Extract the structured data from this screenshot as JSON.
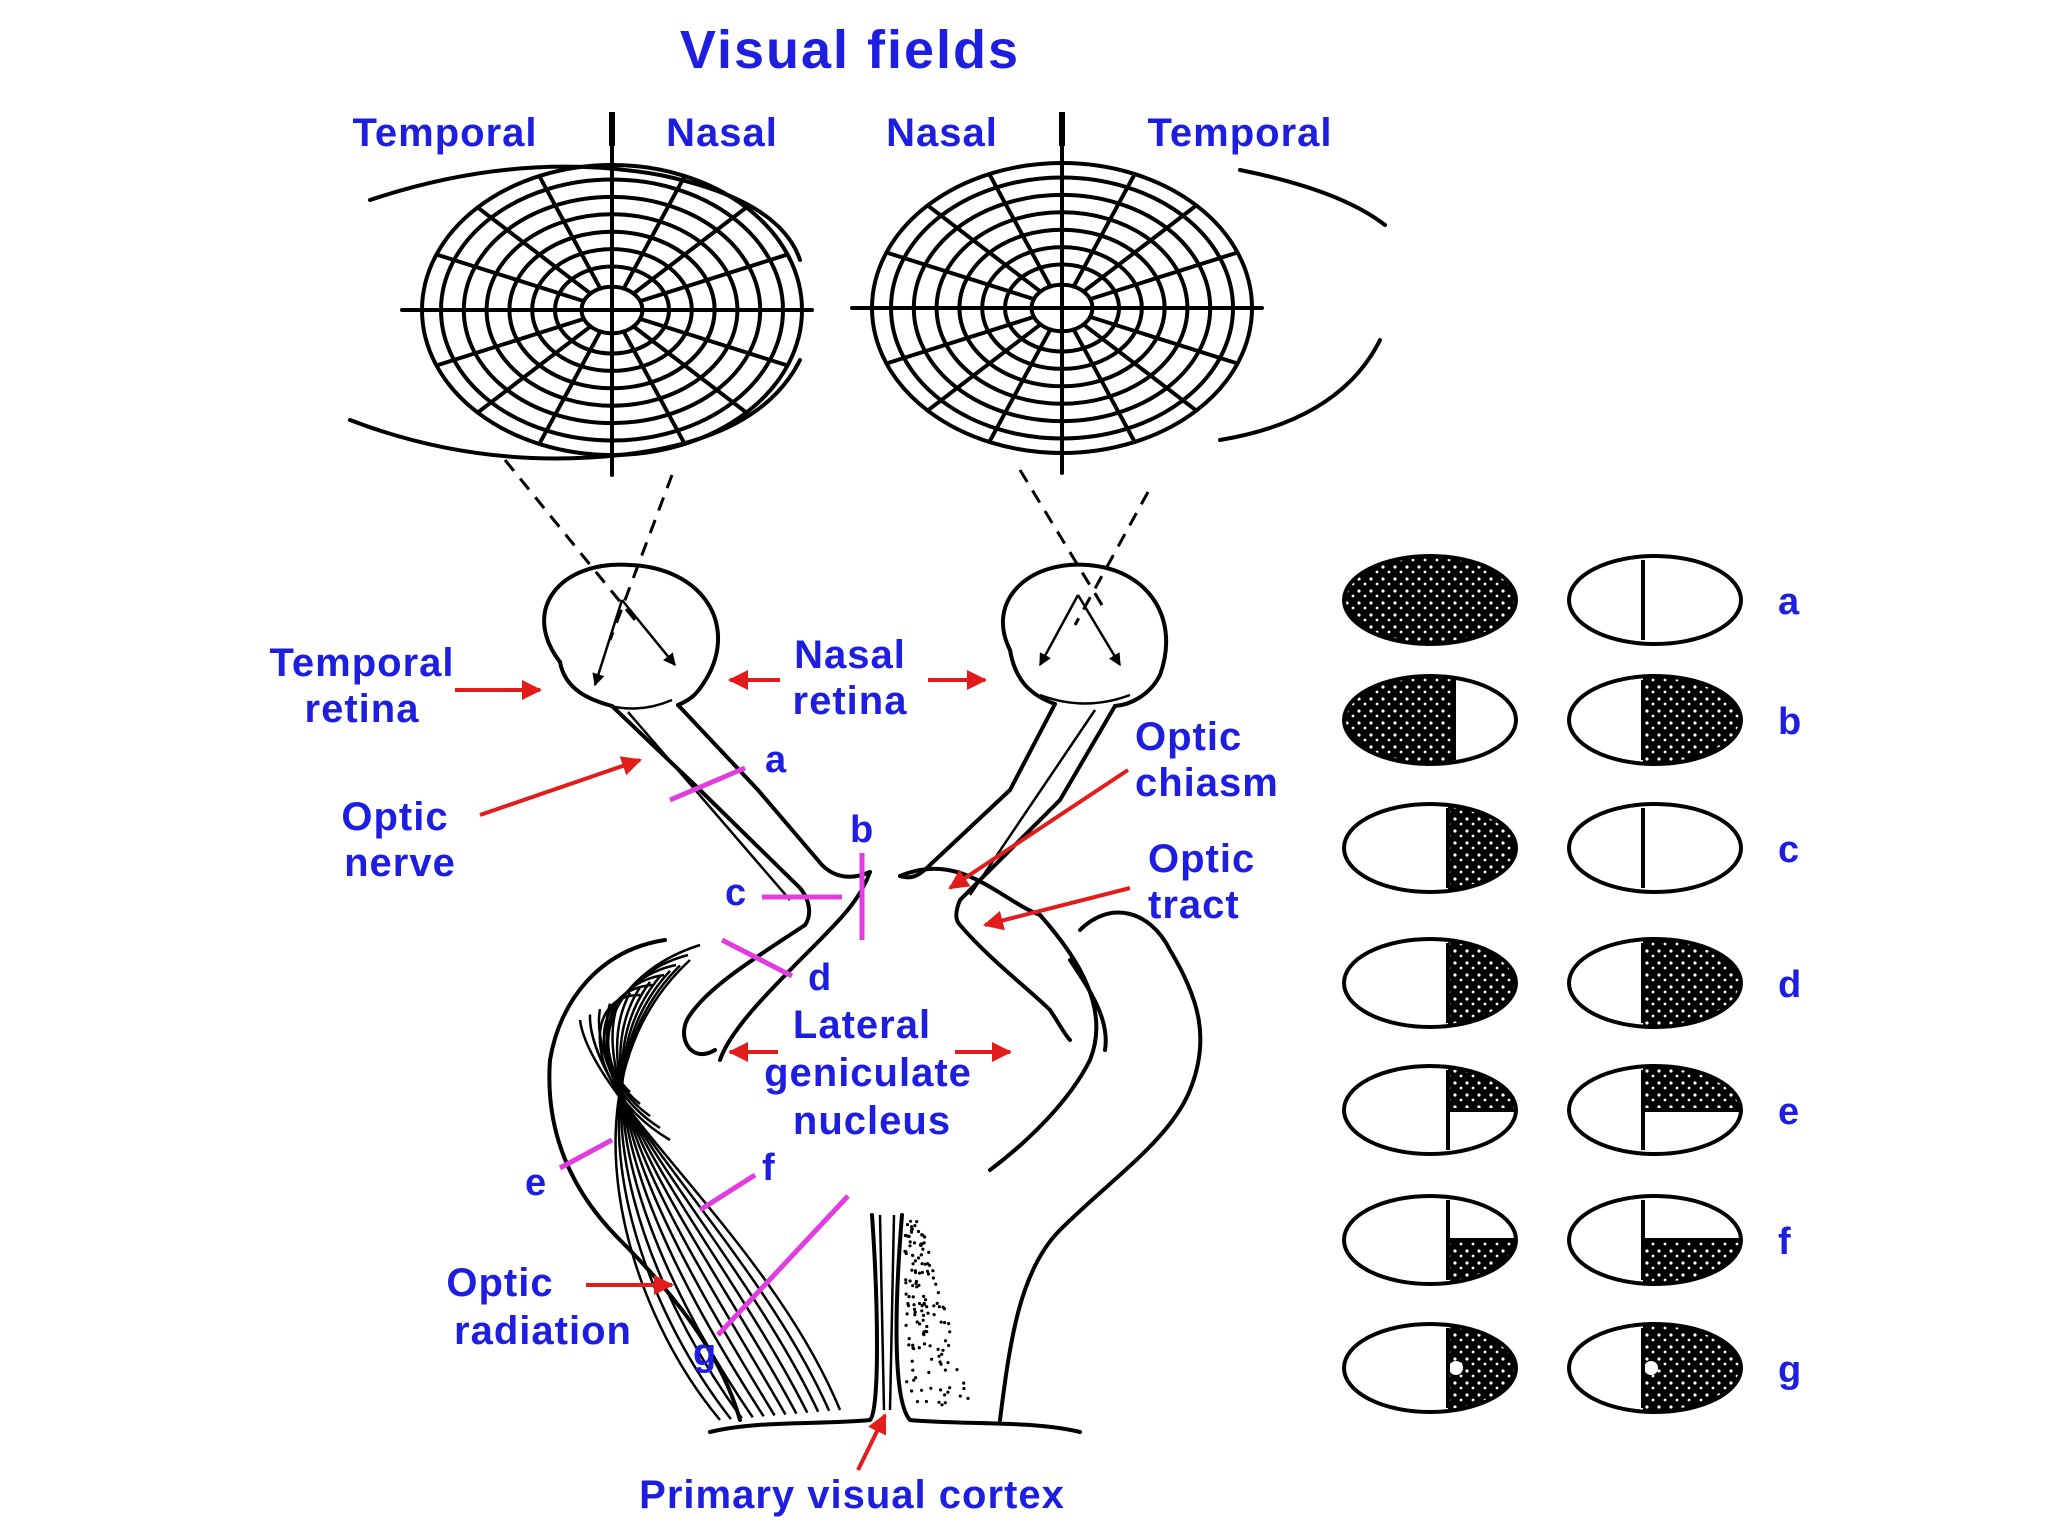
{
  "title": "Visual fields",
  "headers": {
    "left_temporal": "Temporal",
    "left_nasal": "Nasal",
    "right_nasal": "Nasal",
    "right_temporal": "Temporal"
  },
  "labels": {
    "temporal_retina_1": "Temporal",
    "temporal_retina_2": "retina",
    "nasal_retina_1": "Nasal",
    "nasal_retina_2": "retina",
    "optic_nerve_1": "Optic",
    "optic_nerve_2": "nerve",
    "optic_chiasm_1": "Optic",
    "optic_chiasm_2": "chiasm",
    "optic_tract_1": "Optic",
    "optic_tract_2": "tract",
    "lgn_1": "Lateral",
    "lgn_2": "geniculate",
    "lgn_3": "nucleus",
    "optic_radiation_1": "Optic",
    "optic_radiation_2": "radiation",
    "primary_visual_cortex": "Primary visual cortex"
  },
  "lesion_markers": {
    "a": "a",
    "b": "b",
    "c": "c",
    "d": "d",
    "e": "e",
    "f": "f",
    "g": "g"
  },
  "field_defects": [
    {
      "label": "a",
      "left_eye": "complete",
      "right_eye": "none"
    },
    {
      "label": "b",
      "left_eye": "temporal-half",
      "right_eye": "temporal-half"
    },
    {
      "label": "c",
      "left_eye": "nasal-half",
      "right_eye": "none"
    },
    {
      "label": "d",
      "left_eye": "right-half",
      "right_eye": "right-half"
    },
    {
      "label": "e",
      "left_eye": "upper-right-quadrant",
      "right_eye": "upper-right-quadrant"
    },
    {
      "label": "f",
      "left_eye": "lower-right-quadrant",
      "right_eye": "lower-right-quadrant"
    },
    {
      "label": "g",
      "left_eye": "right-half-macular-sparing",
      "right_eye": "right-half-macular-sparing"
    }
  ],
  "colors": {
    "label_blue": "#1d1ee0",
    "arrow_red": "#e21b1b",
    "cut_magenta": "#e23ce0"
  }
}
